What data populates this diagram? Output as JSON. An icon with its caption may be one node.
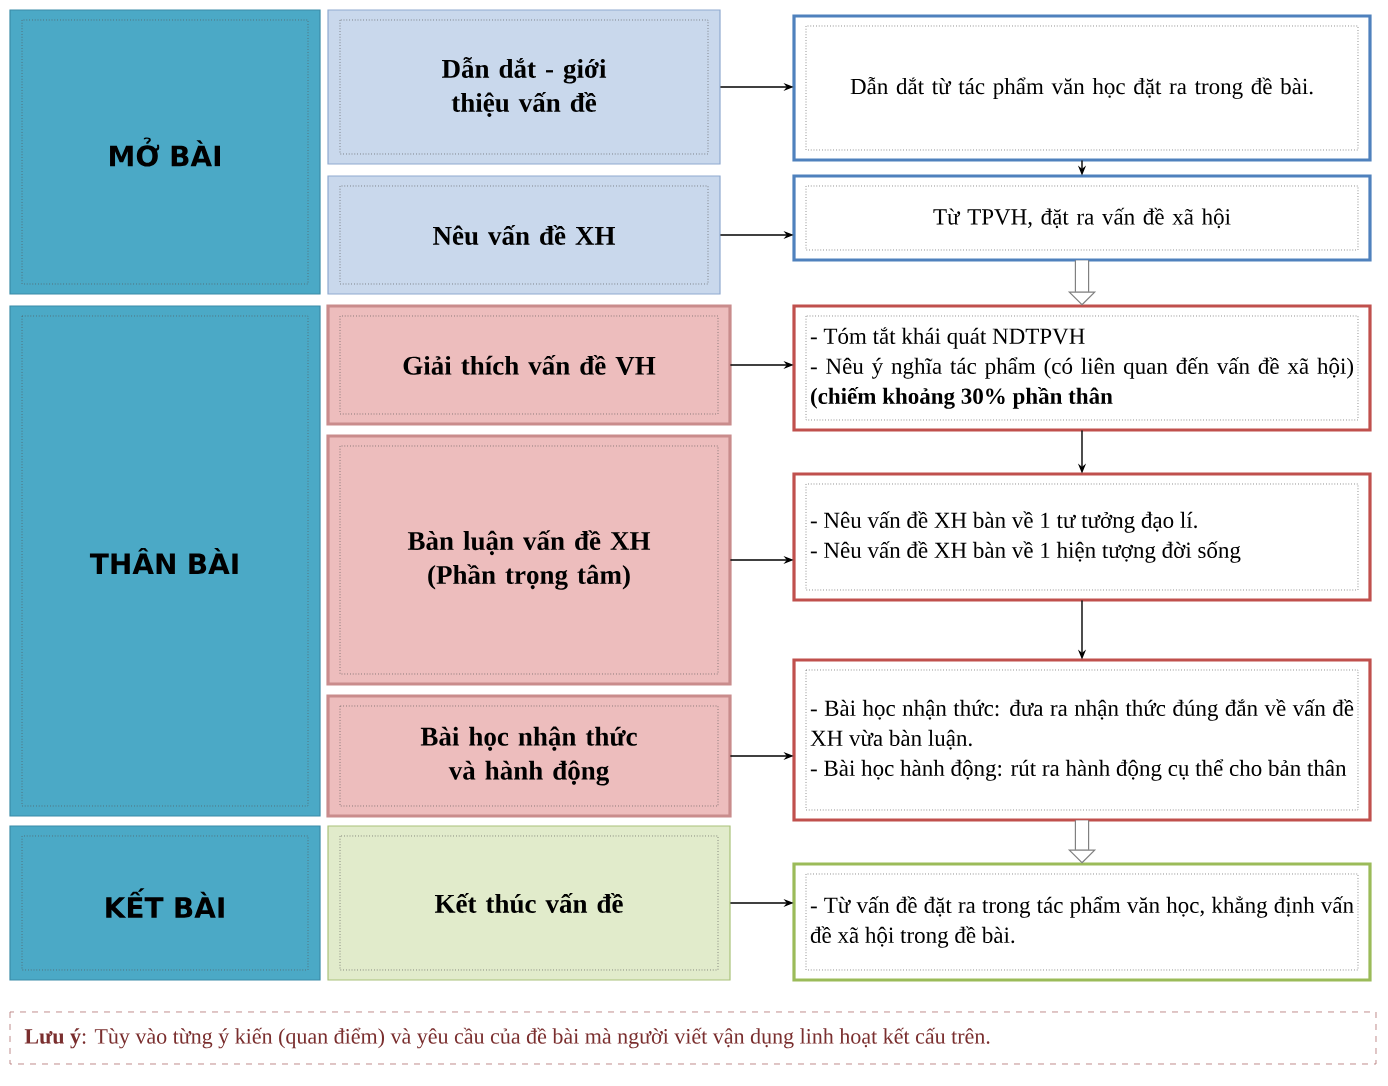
{
  "diagram": {
    "nodes": [
      {
        "text": [
          "MỞ BÀI"
        ]
      },
      {
        "text": [
          "THÂN BÀI"
        ]
      },
      {
        "text": [
          "KẾT BÀI"
        ]
      },
      {
        "text": [
          "Dẫn dắt - giới thiệu vấn đề"
        ]
      },
      {
        "text": [
          "Nêu vấn đề XH"
        ]
      },
      {
        "text": [
          "Giải thích vấn đề VH"
        ]
      },
      {
        "text": [
          "Bàn luận vấn đề XH (Phần trọng tâm)"
        ]
      },
      {
        "text": [
          "Bài học nhận thức và hành động"
        ]
      },
      {
        "text": [
          "Kết thúc vấn đề"
        ]
      },
      {
        "text": [
          "Dẫn dắt từ tác phẩm văn học đặt ra trong đề bài."
        ]
      },
      {
        "text": [
          "Từ TPVH, đặt ra vấn đề xã hội"
        ]
      },
      {
        "text": [
          "- Tóm tắt khái quát NDTPVH",
          "- Nêu ý nghĩa tác phẩm (có liên quan đến vấn đề xã hội) **(chiếm khoảng 30% phần thân**"
        ]
      },
      {
        "text": [
          "- Nêu vấn đề XH bàn về 1 tư tưởng đạo lí.",
          "- Nêu vấn đề XH bàn về 1 hiện tượng đời sống"
        ]
      },
      {
        "text": [
          "- Bài học nhận thức: đưa ra nhận thức đúng đắn về vấn đề XH vừa bàn luận.",
          "- Bài học hành động: rút ra hành động cụ thể cho bản thân"
        ]
      },
      {
        "text": [
          "- Từ vấn đề đặt ra trong tác phẩm văn học, khẳng định vấn đề xã hội trong đề bài."
        ]
      }
    ],
    "edges": [
      {
        "from": 3,
        "to": 9,
        "arrow": "to"
      },
      {
        "from": 9,
        "to": 10,
        "arrow": "to"
      },
      {
        "from": 4,
        "to": 10,
        "arrow": "to"
      },
      {
        "from": 10,
        "to": 11,
        "arrow": "to",
        "style": "thick",
        "color": "#808080"
      },
      {
        "from": 5,
        "to": 11,
        "arrow": "to"
      },
      {
        "from": 11,
        "to": 12,
        "arrow": "to"
      },
      {
        "from": 6,
        "to": 12,
        "arrow": "to"
      },
      {
        "from": 12,
        "to": 13,
        "arrow": "to"
      },
      {
        "from": 7,
        "to": 13,
        "arrow": "to"
      },
      {
        "from": 13,
        "to": 14,
        "arrow": "to",
        "style": "thick",
        "color": "#808080"
      },
      {
        "from": 8,
        "to": 14,
        "arrow": "to"
      }
    ],
    "labels": [
      "**Lưu ý**: Tùy vào từng ý kiến (quan điểm) và yêu cầu của đề bài mà người viết vận dụng linh hoạt kết cấu trên."
    ]
  }
}
